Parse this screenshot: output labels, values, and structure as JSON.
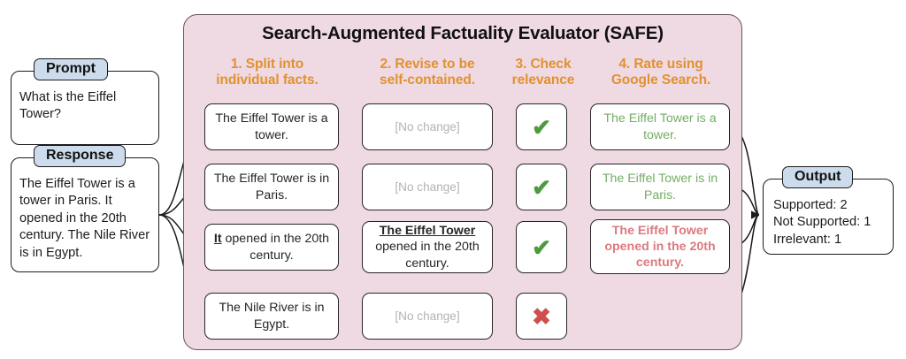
{
  "panel": {
    "title": "Search-Augmented Factuality Evaluator (SAFE)",
    "bg_color": "#efd9e2",
    "accent_color": "#e2912f"
  },
  "steps": [
    {
      "label": "1. Split into\nindividual facts."
    },
    {
      "label": "2. Revise to be\nself-contained."
    },
    {
      "label": "3. Check\nrelevance"
    },
    {
      "label": "4. Rate using\nGoogle Search."
    }
  ],
  "step_lines": {
    "s1a": "1. Split into",
    "s1b": "individual facts.",
    "s2a": "2. Revise to be",
    "s2b": "self-contained.",
    "s3a": "3. Check",
    "s3b": "relevance",
    "s4a": "4. Rate using",
    "s4b": "Google Search."
  },
  "prompt": {
    "tag": "Prompt",
    "text": "What is the Eiffel Tower?"
  },
  "response": {
    "tag": "Response",
    "text": "The Eiffel Tower is a tower in Paris. It opened in the 20th century. The Nile River is in Egypt."
  },
  "rows": [
    {
      "fact_prefix": "",
      "fact": "The Eiffel Tower is a tower.",
      "revision": "[No change]",
      "revision_kind": "no-change",
      "relevance": "check",
      "relevance_icon": "check-icon",
      "rating_prefix": "",
      "rating": "The Eiffel Tower is a tower.",
      "rating_kind": "supported"
    },
    {
      "fact_prefix": "",
      "fact": "The Eiffel Tower is in Paris.",
      "revision": "[No change]",
      "revision_kind": "no-change",
      "relevance": "check",
      "relevance_icon": "check-icon",
      "rating_prefix": "",
      "rating": "The Eiffel Tower is in Paris.",
      "rating_kind": "supported"
    },
    {
      "fact_prefix": "It",
      "fact": " opened in the 20th century.",
      "revision_prefix": "The Eiffel Tower",
      "revision": "opened in the 20th century.",
      "revision_kind": "revised",
      "relevance": "check",
      "relevance_icon": "check-icon",
      "rating_prefix": "",
      "rating": "The Eiffel Tower opened in the 20th century.",
      "rating_kind": "not-supported"
    },
    {
      "fact_prefix": "",
      "fact": "The Nile River is in Egypt.",
      "revision": "[No change]",
      "revision_kind": "no-change",
      "relevance": "cross",
      "relevance_icon": "cross-icon",
      "rating_prefix": "",
      "rating": "",
      "rating_kind": "irrelevant"
    }
  ],
  "output": {
    "tag": "Output",
    "lines": [
      "Supported: 2",
      "Not Supported: 1",
      "Irrelevant: 1"
    ],
    "supported": "Supported: 2",
    "not_supported": "Not Supported: 1",
    "irrelevant": "Irrelevant: 1"
  },
  "colors": {
    "supported_text": "#74ad65",
    "not_supported_text": "#dc7a80",
    "check": "#4d9b3e",
    "cross": "#cf4e4e",
    "tag_blue": "#ccdcec",
    "orange": "#e2912f",
    "pink": "#efd9e2"
  }
}
